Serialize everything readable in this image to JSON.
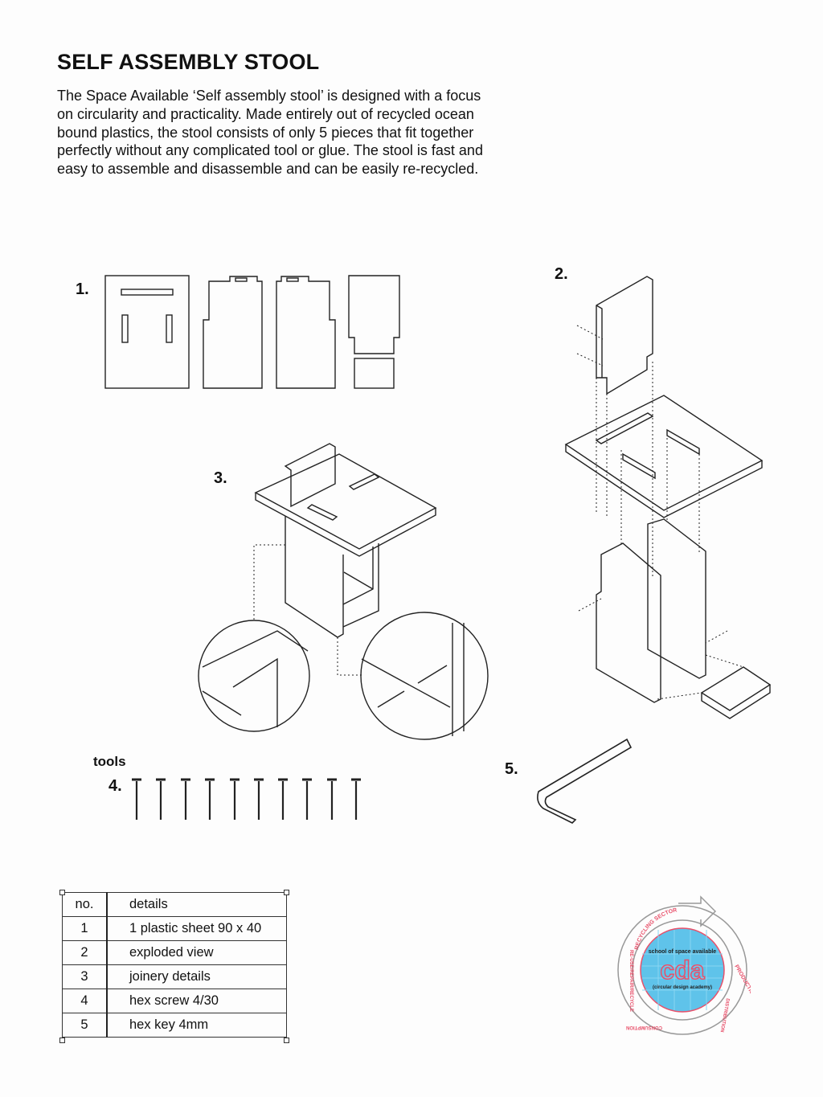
{
  "title": "SELF ASSEMBLY STOOL",
  "intro": "The Space Available ‘Self assembly stool’ is designed with a focus on circularity and practicality. Made entirely out of recycled ocean bound plastics, the stool consists of only 5 pieces that fit together perfectly without any complicated tool or glue. The stool is fast and easy to assemble and disassemble and can be easily re-recycled.",
  "steps": {
    "s1": "1.",
    "s2": "2.",
    "s3": "3.",
    "s4": "4.",
    "s5": "5."
  },
  "tools_label": "tools",
  "table": {
    "header": {
      "no": "no.",
      "details": "details"
    },
    "rows": [
      {
        "no": "1",
        "details": "1 plastic sheet 90 x 40"
      },
      {
        "no": "2",
        "details": "exploded view"
      },
      {
        "no": "3",
        "details": "joinery details"
      },
      {
        "no": "4",
        "details": "hex screw 4/30"
      },
      {
        "no": "5",
        "details": "hex key 4mm"
      }
    ]
  },
  "logo": {
    "top": "school of space available",
    "main": "cda",
    "sub": "(circular design academy)",
    "ring": [
      "RECYCLING SECTOR",
      "PRODUCTION",
      "DISTRIBUTION",
      "CONSUMPTION",
      "RE-USE/REPAIR/RECYCLE"
    ],
    "accent": "#e8506a",
    "fill": "#5fc3ea"
  }
}
